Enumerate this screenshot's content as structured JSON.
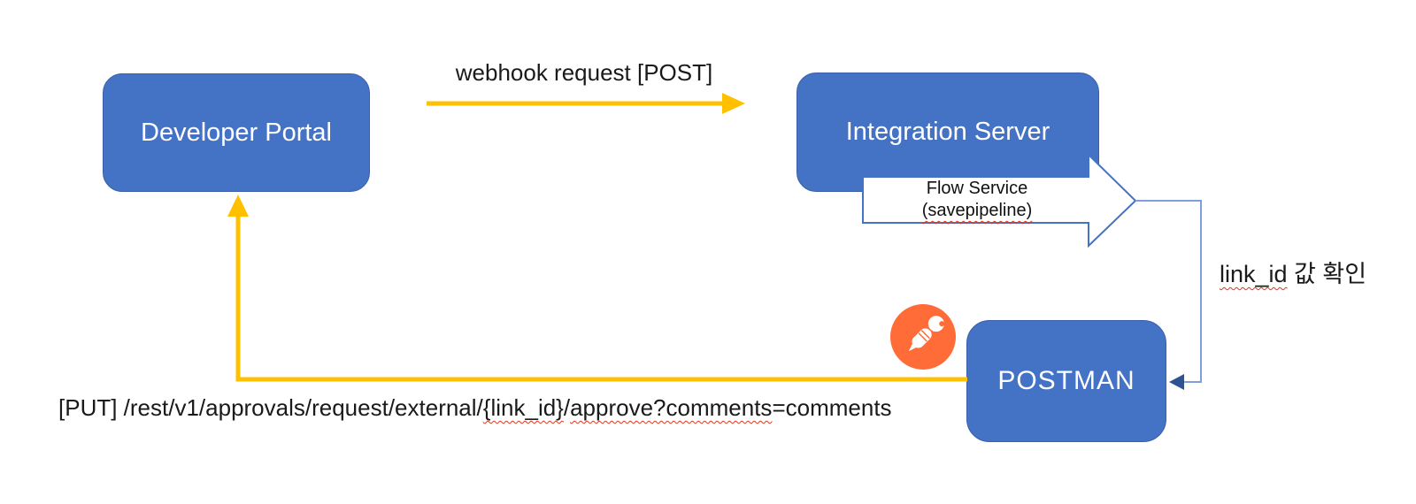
{
  "colors": {
    "node-fill": "#4472C4",
    "node-border": "#3A5FA8",
    "arrow-yellow": "#FFC000",
    "connector-line": "#7F9FD8",
    "connector-head": "#2E5395",
    "postman-orange": "#FF6C37",
    "text": "#1A1A1A",
    "squiggle": "#E0351B"
  },
  "nodes": {
    "developer_portal": "Developer Portal",
    "integration_server": "Integration Server",
    "postman": "POSTMAN"
  },
  "labels": {
    "webhook": "webhook request [POST]",
    "flow_service_line1": "Flow Service",
    "flow_service_line2": "(savepipeline)",
    "link_check_id": "link_id",
    "link_check_rest": " 값 확인",
    "put": {
      "prefix": "[PUT] /rest/v1/approvals/request/external/",
      "link_id": "{link_id}",
      "slash": "/",
      "approve": "approve?comments",
      "suffix": "=comments"
    }
  },
  "icons": {
    "postman_logo": "postman-logo"
  }
}
